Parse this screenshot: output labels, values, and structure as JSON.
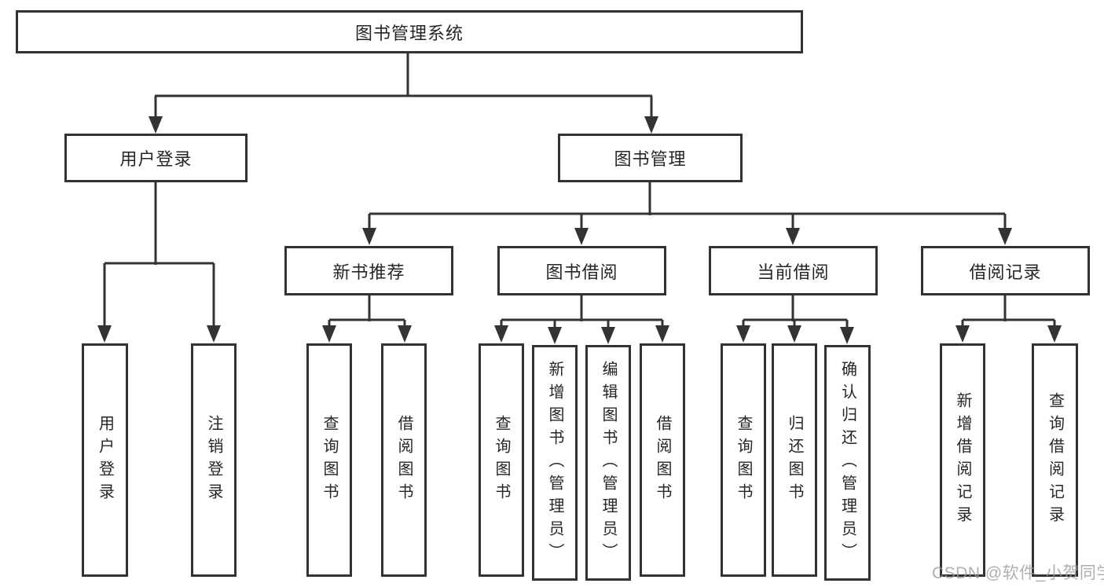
{
  "diagram": {
    "title": "图书管理系统",
    "type": "hierarchy-tree",
    "colors": {
      "line": "#333333",
      "box_border": "#333333",
      "box_background": "#ffffff",
      "text": "#262626",
      "watermark": "#989898",
      "background": "#ffffff"
    }
  },
  "root": {
    "label": "图书管理系统"
  },
  "branches": [
    {
      "label": "用户登录",
      "children": [
        {
          "label": "用户登录"
        },
        {
          "label": "注销登录"
        }
      ]
    },
    {
      "label": "图书管理",
      "children": [
        {
          "label": "新书推荐",
          "children": [
            {
              "label": "查询图书"
            },
            {
              "label": "借阅图书"
            }
          ]
        },
        {
          "label": "图书借阅",
          "children": [
            {
              "label": "查询图书"
            },
            {
              "label": "新增图书（管理员）"
            },
            {
              "label": "编辑图书（管理员）"
            },
            {
              "label": "借阅图书"
            }
          ]
        },
        {
          "label": "当前借阅",
          "children": [
            {
              "label": "查询图书"
            },
            {
              "label": "归还图书"
            },
            {
              "label": "确认归还（管理员）"
            }
          ]
        },
        {
          "label": "借阅记录",
          "children": [
            {
              "label": "新增借阅记录"
            },
            {
              "label": "查询借阅记录"
            }
          ]
        }
      ]
    }
  ],
  "watermark": {
    "text": "CSDN @软件_小贺同学"
  }
}
